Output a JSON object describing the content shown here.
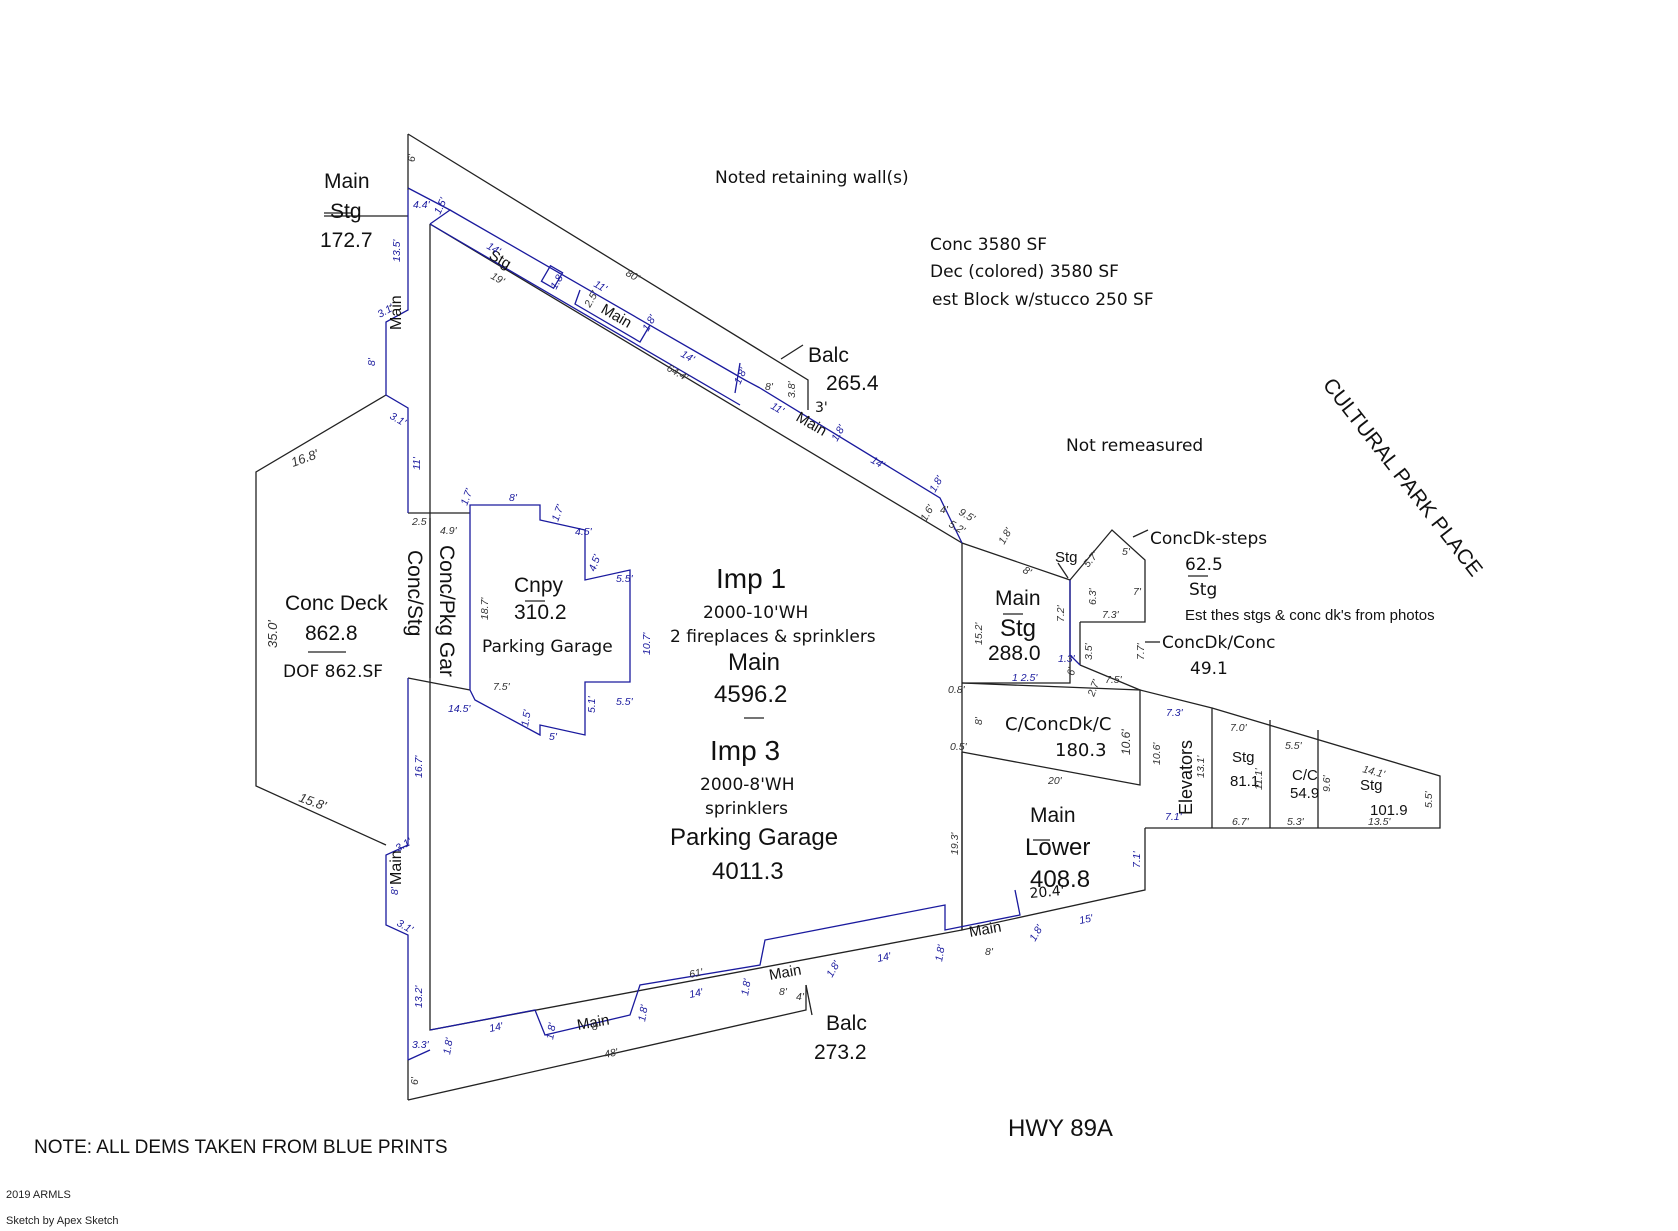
{
  "notes": {
    "retaining": "Noted retaining wall(s)",
    "conc": "Conc 3580 SF",
    "dec": "Dec (colored) 3580 SF",
    "block": "est Block w/stucco 250 SF",
    "not_remeasured": "Not remeasured",
    "cultural": "CULTURAL PARK PLACE",
    "est": "Est thes stgs & conc dk's from photos",
    "hwy": "HWY 89A",
    "blueprints": "NOTE: ALL DEMS TAKEN FROM BLUE PRINTS",
    "copyright": "2019 ARMLS",
    "apex": "Sketch by Apex Sketch"
  },
  "areas": {
    "main_stg_tl": {
      "top": "Main",
      "mid": "Stg",
      "val": "172.7"
    },
    "balc_top": {
      "name": "Balc",
      "val": "265.4"
    },
    "balc_bottom": {
      "name": "Balc",
      "val": "273.2"
    },
    "conc_deck": {
      "name": "Conc Deck",
      "val": "862.8",
      "sub": "DOF 862.SF"
    },
    "cnpy": {
      "name": "Cnpy",
      "val": "310.2",
      "sub": "Parking Garage"
    },
    "conc_pkg": "Conc/Pkg Gar",
    "conc_stg": "Conc/Stg",
    "imp1": {
      "title": "Imp 1",
      "l1": "2000-10'WH",
      "l2": "2 fireplaces & sprinklers",
      "l3": "Main",
      "val": "4596.2"
    },
    "imp3": {
      "title": "Imp 3",
      "l1": "2000-8'WH",
      "l2": "sprinklers",
      "l3": "Parking Garage",
      "val": "4011.3"
    },
    "main_stg": {
      "top": "Main",
      "mid": "Stg",
      "val": "288.0"
    },
    "concdk_steps": {
      "name": "ConcDk-steps",
      "val": "62.5",
      "sub": "Stg"
    },
    "concdk_conc": {
      "name": "ConcDk/Conc",
      "val": "49.1"
    },
    "c_concdk_c": {
      "name": "C/ConcDk/C",
      "val": "180.3"
    },
    "main_lower": {
      "top": "Main",
      "mid": "Lower",
      "val": "408.8"
    },
    "elevators": "Elevators",
    "stg_811": {
      "name": "Stg",
      "val": "81.1"
    },
    "cc_549": {
      "name": "C/C",
      "val": "54.9"
    },
    "stg_1019": {
      "name": "Stg",
      "val": "101.9"
    }
  },
  "labels": {
    "stg_strip": "Stg",
    "main_strip": "Main",
    "main_strip2": "Main",
    "main_left": "Main",
    "main_left2": "Main",
    "main_bot1": "Main",
    "main_bot2": "Main",
    "main_bot3": "Main",
    "stg_small": "Stg"
  },
  "dims": {
    "d6a": "6'",
    "d44": "4.4'",
    "d15a": "1.5'",
    "d135": "13.5'",
    "d31a": "3.1'",
    "d8a": "8'",
    "d31b": "3.1'",
    "d11a": "11'",
    "d14a": "14'",
    "d19": "19'",
    "d18a": "1.8'",
    "d11b": "11'",
    "d25": "2.5'",
    "d18b": "1.8'",
    "d80": "80'",
    "d14b": "14'",
    "d644": "64.4'",
    "d18c": "1.8'",
    "d8b": "8'",
    "d38": "3.8'",
    "d3": "3'",
    "d11c": "11'",
    "d18d": "1.8'",
    "d14c": "14'",
    "d18e": "1.8'",
    "d16": "1.6'",
    "d4": "4'",
    "d95": "9.5'",
    "d52": "5.2'",
    "d18f": "1.8'",
    "d8c": "8'",
    "d25b": "2.5",
    "d49": "4.9'",
    "d17a": "1.7'",
    "d8d": "8'",
    "d17b": "1.7'",
    "d45a": "4.5'",
    "d45b": "4.5'",
    "d55a": "5.5'",
    "d187": "18.7'",
    "d107": "10.7'",
    "d75a": "7.5'",
    "d145": "14.5'",
    "d15b": "1.5'",
    "d5a": "5'",
    "d51": "5.1'",
    "d55b": "5.5'",
    "d168": "16.8'",
    "d350": "35.0'",
    "d158": "15.8'",
    "d167": "16.7'",
    "d31c": "3.1'",
    "d8e": "8'",
    "d31d": "3.1'",
    "d132": "13.2'",
    "d33": "3.3'",
    "d18g": "1.8'",
    "d6b": "6'",
    "d14d": "14'",
    "d18h": "1.8'",
    "d8f": "8'",
    "d18i": "1.8'",
    "d48": "48'",
    "d61": "61'",
    "d14e": "14'",
    "d18j": "1.8'",
    "d8g": "8'",
    "d18k": "1.8'",
    "d4b": "4'",
    "d14f": "14'",
    "d18l": "1.8'",
    "d8h": "8'",
    "d18m": "1.8'",
    "d15c": "15'",
    "d152": "15.2'",
    "d08": "0.8'",
    "d125": "1 2.5'",
    "d72": "7.2'",
    "d6c": "6'",
    "d13": "1.3'",
    "d35": "3.5'",
    "d57": "5.7'",
    "d5b": "5'",
    "d63": "6.3'",
    "d7a": "7'",
    "d73a": "7.3'",
    "d77": "7.7'",
    "d27": "2.7'",
    "d75b": "7.5'",
    "d73b": "7.3'",
    "d70": "7.0'",
    "d55c": "5.5'",
    "d141": "14.1'",
    "d8i": "8'",
    "d05": "0.5'",
    "d106a": "10.6'",
    "d106b": "10.6'",
    "d131": "13.1'",
    "d111": "11.1'",
    "d96": "9.6'",
    "d55d": "5.5'",
    "d20": "20'",
    "d71a": "7.1'",
    "d67": "6.7'",
    "d53": "5.3'",
    "d135b": "13.5'",
    "d193": "19.3'",
    "d71b": "7.1'",
    "d204": "20.4'"
  }
}
